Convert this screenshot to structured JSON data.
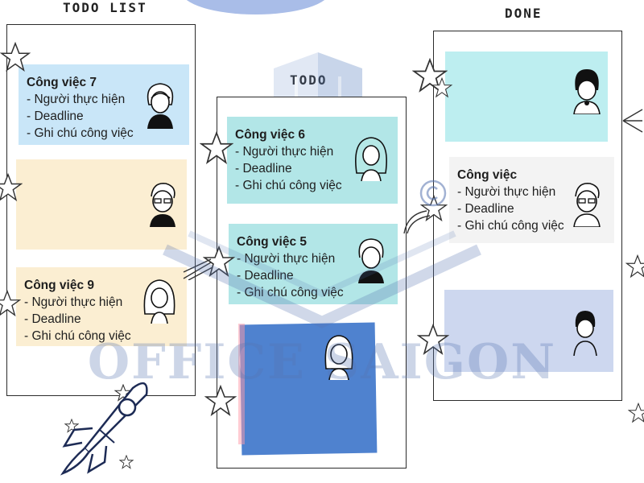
{
  "columns": {
    "todo_list": {
      "title": "TODO LIST"
    },
    "todo": {
      "title": "TODO"
    },
    "done": {
      "title": "DONE"
    }
  },
  "cards": {
    "task7": {
      "title": "Công việc 7",
      "lines": [
        "- Người thực hiện",
        "- Deadline",
        "- Ghi chú công việc"
      ]
    },
    "task9": {
      "title": "Công việc 9",
      "lines": [
        "- Người thực hiện",
        "- Deadline",
        "- Ghi chú công việc"
      ]
    },
    "task6": {
      "title": "Công việc 6",
      "lines": [
        "- Người thực hiện",
        "- Deadline",
        "- Ghi chú công việc"
      ]
    },
    "task5": {
      "title": "Công việc 5",
      "lines": [
        "- Người thực hiện",
        "- Deadline",
        "- Ghi chú công việc"
      ]
    },
    "done_task": {
      "title": "Công việc",
      "lines": [
        "- Người thực hiện",
        "- Deadline",
        "- Ghi chú công việc"
      ]
    }
  },
  "watermark": "OFFICE SAIGON",
  "colors": {
    "light_blue": "#c9e6f8",
    "light_yellow": "#fbeed2",
    "teal": "#a7e2e4",
    "cyan_light": "#bdeef0",
    "deep_blue": "#4f82cf",
    "pale_grey": "#f3f3f3",
    "lavender": "#cdd7ef",
    "watermark": "#5573af"
  },
  "icons": [
    "star-icon",
    "avatar-icon",
    "rocket-icon",
    "swoosh-icon",
    "building-watermark-icon",
    "copyright-icon"
  ]
}
